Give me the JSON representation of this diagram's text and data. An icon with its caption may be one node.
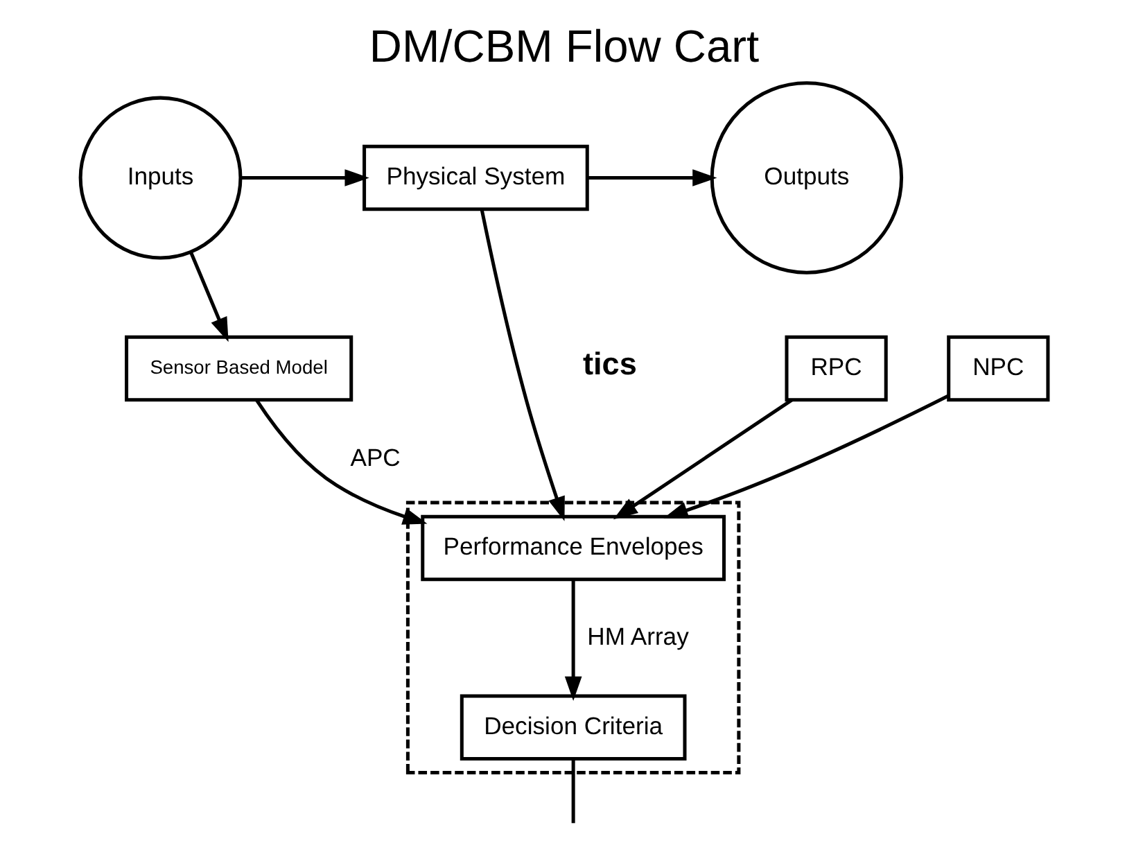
{
  "diagram": {
    "title": "DM/CBM Flow Cart",
    "nodes": [
      {
        "text": [
          "Inputs"
        ]
      },
      {
        "text": [
          "Physical System"
        ]
      },
      {
        "text": [
          "Outputs"
        ]
      },
      {
        "text": [
          "Sensor Based Model"
        ]
      },
      {
        "text": [],
        "shape": "box"
      },
      {
        "text": [
          "Performance Envelopes"
        ],
        "in": 4
      },
      {
        "text": [
          "RPC"
        ]
      },
      {
        "text": [
          "Decision Criteria"
        ],
        "in": 4
      },
      {
        "text": [
          "NPC"
        ]
      }
    ],
    "edges": [
      {
        "from": 0,
        "to": 1,
        "arrow": "to"
      },
      {
        "from": 0,
        "to": 3,
        "arrow": "to"
      },
      {
        "from": 1,
        "to": 2,
        "arrow": "to"
      },
      {
        "from": 1,
        "to": 5,
        "arrow": "to"
      },
      {
        "from": 3,
        "to": 5,
        "arrow": "to",
        "label": "APC"
      },
      {
        "from": 6,
        "to": 5,
        "arrow": "to"
      },
      {
        "from": 8,
        "to": 5,
        "arrow": "to"
      },
      {
        "from": 5,
        "to": 7,
        "arrow": "to",
        "label": "HM Array"
      },
      {
        "from": 7,
        "to": null,
        "arrow": "none"
      }
    ],
    "labels": [
      "tics"
    ]
  }
}
